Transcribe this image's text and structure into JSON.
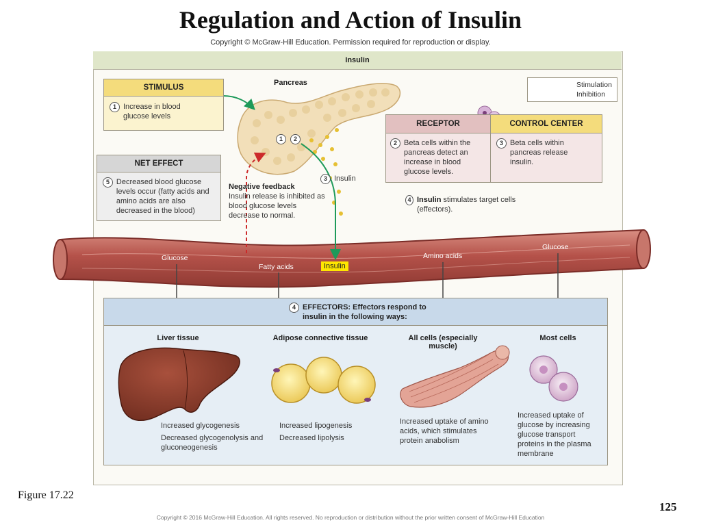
{
  "slide": {
    "title": "Regulation and Action of Insulin",
    "copyright_top": "Copyright © McGraw-Hill Education. Permission required for reproduction or display.",
    "figure_ref": "Figure 17.22",
    "page_number": "125",
    "copyright_bottom": "Copyright © 2016 McGraw-Hill Education. All rights reserved. No reproduction or distribution without the prior written consent of McGraw-Hill Education"
  },
  "figure": {
    "header": "Insulin",
    "legend": {
      "stimulation": "Stimulation",
      "inhibition": "Inhibition",
      "stimulation_color": "#1e9a5a",
      "inhibition_color": "#cc2a2a"
    },
    "stimulus": {
      "title": "STIMULUS",
      "num": "1",
      "text": "Increase in blood glucose levels"
    },
    "net_effect": {
      "title": "NET EFFECT",
      "num": "5",
      "text": "Decreased blood glucose levels occur (fatty acids and amino acids are also decreased in the blood)"
    },
    "pancreas_label": "Pancreas",
    "pancreas_nums": [
      "1",
      "2"
    ],
    "negative_feedback": {
      "title": "Negative feedback",
      "text": "Insulin release is inhibited as blood glucose levels decrease to normal."
    },
    "insulin_step": {
      "num": "3",
      "label": "Insulin"
    },
    "receptor": {
      "title": "RECEPTOR",
      "num": "2",
      "text": "Beta cells within the pancreas detect an increase in blood glucose levels."
    },
    "control_center": {
      "title": "CONTROL CENTER",
      "num": "3",
      "text": "Beta cells within pancreas release insulin."
    },
    "step4": {
      "num": "4",
      "bold": "Insulin",
      "text": "stimulates target cells (effectors)."
    },
    "vessel_labels": {
      "glucose_left": "Glucose",
      "fatty_acids": "Fatty acids",
      "insulin": "Insulin",
      "amino_acids": "Amino acids",
      "glucose_right": "Glucose"
    },
    "effectors": {
      "num": "4",
      "title": "EFFECTORS: Effectors respond to insulin in the following ways:",
      "liver": {
        "title": "Liver tissue",
        "effect1": "Increased glycogenesis",
        "effect2": "Decreased glycogenolysis and gluconeogenesis"
      },
      "adipose": {
        "title": "Adipose connective tissue",
        "effect1": "Increased lipogenesis",
        "effect2": "Decreased lipolysis"
      },
      "all_cells": {
        "title": "All cells (especially muscle)",
        "effect": "Increased uptake of amino acids, which stimulates protein anabolism"
      },
      "most_cells": {
        "title": "Most cells",
        "effect": "Increased uptake of glucose by increasing glucose transport proteins in the plasma membrane"
      }
    }
  }
}
